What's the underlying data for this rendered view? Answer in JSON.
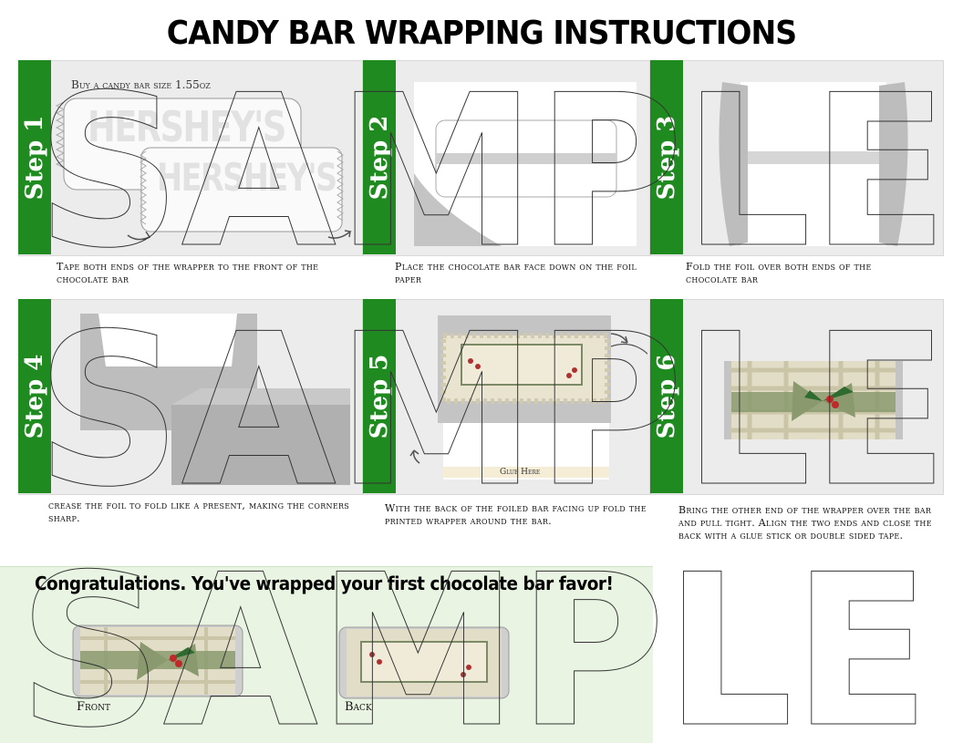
{
  "title": "CANDY BAR WRAPPING INSTRUCTIONS",
  "steps": [
    {
      "label": "Step 1",
      "note": "Buy a candy bar size 1.55oz",
      "caption": "Tape both ends of the wrapper to the front of the chocolate bar"
    },
    {
      "label": "Step 2",
      "caption": "Place the chocolate bar face down on the foil paper"
    },
    {
      "label": "Step 3",
      "caption": "Fold the foil over both ends of the chocolate bar"
    },
    {
      "label": "Step 4",
      "caption": "crease the foil to fold like a present, making the corners sharp."
    },
    {
      "label": "Step 5",
      "note": "Glue Here",
      "caption": "With the back of the foiled bar facing up fold the printed wrapper around the bar."
    },
    {
      "label": "Step 6",
      "caption": "Bring the other end of the wrapper over the bar and pull tight. Align the two ends and close the back with a glue stick or double sided tape."
    }
  ],
  "brand_text": "HERSHEY'S",
  "watermark": "SAMPLE",
  "congrats": {
    "title": "Congratulations. You've wrapped your first chocolate bar favor!",
    "front_label": "Front",
    "back_label": "Back"
  },
  "colors": {
    "step_tab": "#1f8a1f",
    "panel_bg": "#ececec",
    "congrats_bg": "#e9f5e2",
    "plaid": "#d9d6c0",
    "ribbon": "#8a9a6e",
    "berry": "#c0282a"
  }
}
